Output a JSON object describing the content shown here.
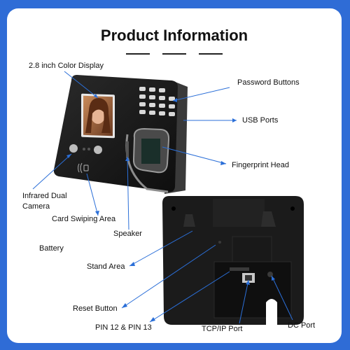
{
  "title": "Product Information",
  "labels": {
    "display": "2.8 inch Color Display",
    "password_buttons": "Password Buttons",
    "usb_ports": "USB Ports",
    "fingerprint_head": "Fingerprint Head",
    "infrared_dual": "Infrared Dual",
    "camera": "Camera",
    "card_swiping_area": "Card Swiping Area",
    "speaker": "Speaker",
    "battery": "Battery",
    "stand_area": "Stand Area",
    "reset_button": "Reset Button",
    "pin_12_13": "PIN 12 & PIN 13",
    "tcpip_port": "TCP/IP Port",
    "dc_port": "DC Port"
  },
  "colors": {
    "background": "#2f6cd6",
    "callout_line": "#2b6fd8",
    "device_body": "#1c1c1c",
    "device_trim": "#8c8c8c"
  },
  "icons": {
    "device_front": "attendance-terminal-front",
    "device_back": "attendance-terminal-back",
    "screen_image": "woman-portrait",
    "card_reader": "rfid-icon"
  }
}
